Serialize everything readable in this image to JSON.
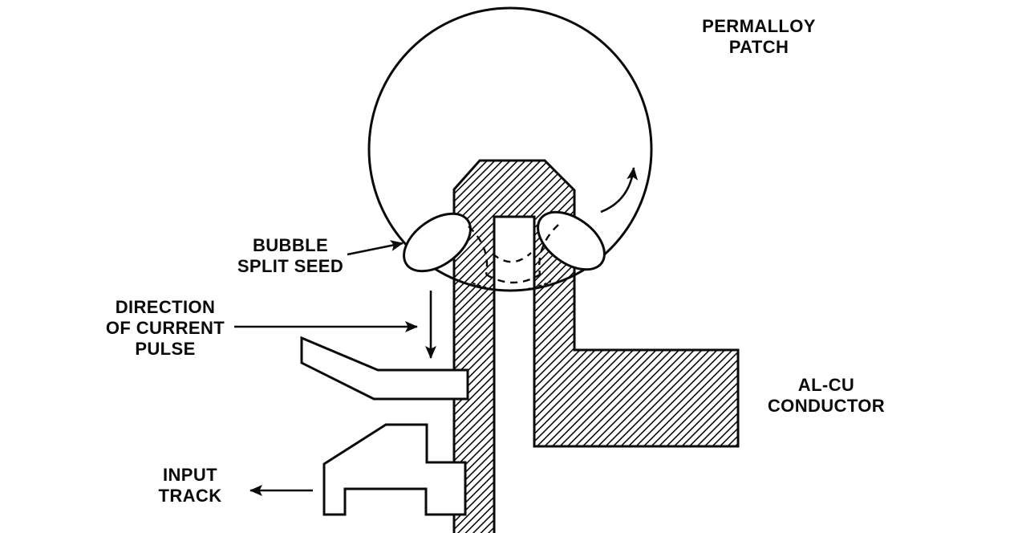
{
  "figure": {
    "colors": {
      "ink": "#0a0a0a",
      "background": "#ffffff"
    },
    "labels": {
      "permalloy": {
        "line1": "PERMALLOY",
        "line2": "PATCH"
      },
      "bubble_seed": {
        "line1": "BUBBLE",
        "line2": "SPLIT SEED"
      },
      "current_pulse": {
        "line1": "DIRECTION",
        "line2": "OF CURRENT",
        "line3": "PULSE"
      },
      "input_track": {
        "line1": "INPUT",
        "line2": "TRACK"
      },
      "conductor": {
        "line1": "AL-CU",
        "line2": "CONDUCTOR"
      }
    }
  }
}
